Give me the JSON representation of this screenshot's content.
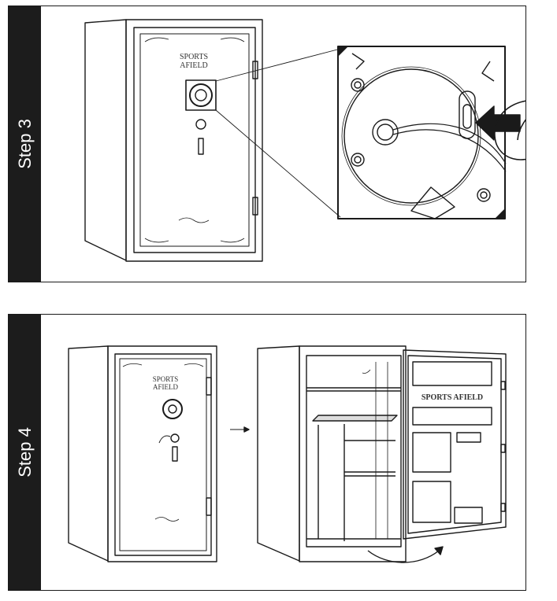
{
  "steps": [
    {
      "label": "Step 3",
      "brand_line1": "SPORTS",
      "brand_line2": "AFIELD"
    },
    {
      "label": "Step 4",
      "brand_line1": "SPORTS",
      "brand_line2": "AFIELD",
      "door_brand": "SPORTS AFIELD"
    }
  ]
}
